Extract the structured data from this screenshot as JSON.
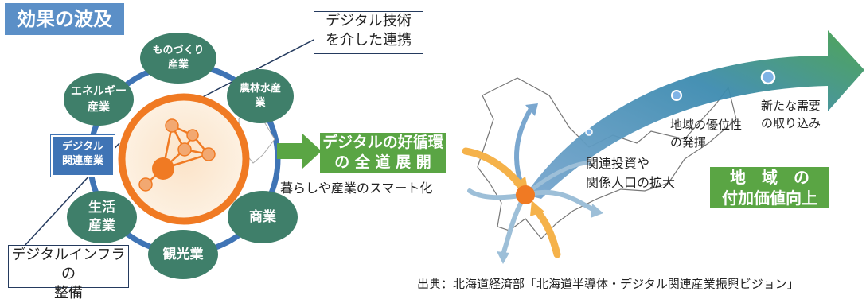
{
  "title": "効果の波及",
  "callout_top": "デジタル技術\nを介した連携",
  "callout_bottom": "デジタルインフラの\n整備",
  "digital_industry": "デジタル\n関連産業",
  "nodes": {
    "manufacturing": "ものづくり\n産業",
    "agriculture": "農林水産\n業",
    "energy": "エネルギー\n産業",
    "living": "生活\n産業",
    "tourism": "観光業",
    "commerce": "商業"
  },
  "cycle_label": "デジタルの好循環\nの 全 道 展 開",
  "smart_label": "暮らしや産業のスマート化",
  "effects": {
    "investment": "関連投資や\n関係人口の拡大",
    "advantage": "地域の優位性\nの発揮",
    "demand": "新たな需要\nの取り込み"
  },
  "value_label": "地　域　の\n付加価値向上",
  "source": "出典：北海道経済部「北海道半導体・デジタル関連産業振興ビジョン」",
  "colors": {
    "green_node": "#3f7f6a",
    "ring": "#3f74b5",
    "orange": "#f07a23",
    "green_box": "#5aa544",
    "blue_box": "#5b8fc7"
  }
}
